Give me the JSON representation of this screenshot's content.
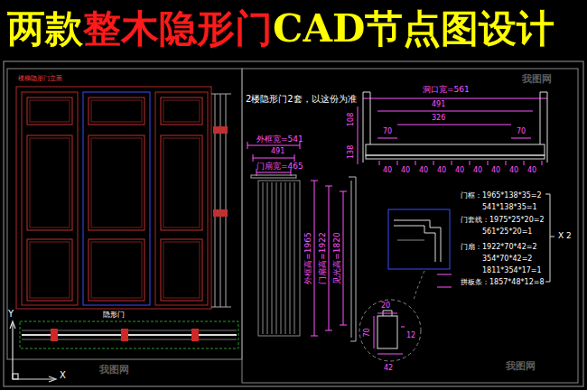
{
  "diagram": {
    "title": "两款整木隐形门CAD节点图设计",
    "labels": [
      "楼梯隐形门立面",
      "隐形门",
      "2楼隐形门2套，以这份为准",
      "洞口宽=561",
      "491",
      "326",
      "70",
      "70",
      "108",
      "138",
      "40",
      "40",
      "40",
      "40",
      "40",
      "40",
      "40",
      "40",
      "40",
      "外框宽=541",
      "491",
      "门扇宽=465",
      "外框高=1965",
      "门扇高=1922",
      "见光高=1820",
      "门框：1965*138*35=2",
      "541*138*35=1",
      "门套线：1975*25*20=2",
      "561*25*20=1",
      "门扇：1922*70*42=2",
      "354*70*42=2",
      "1811*354*17=1",
      "拼板条：1857*48*12=8",
      "X 2",
      "20",
      "42",
      "12",
      "70",
      "我图网",
      "我图网",
      "我图网",
      "Y",
      "X"
    ]
  }
}
